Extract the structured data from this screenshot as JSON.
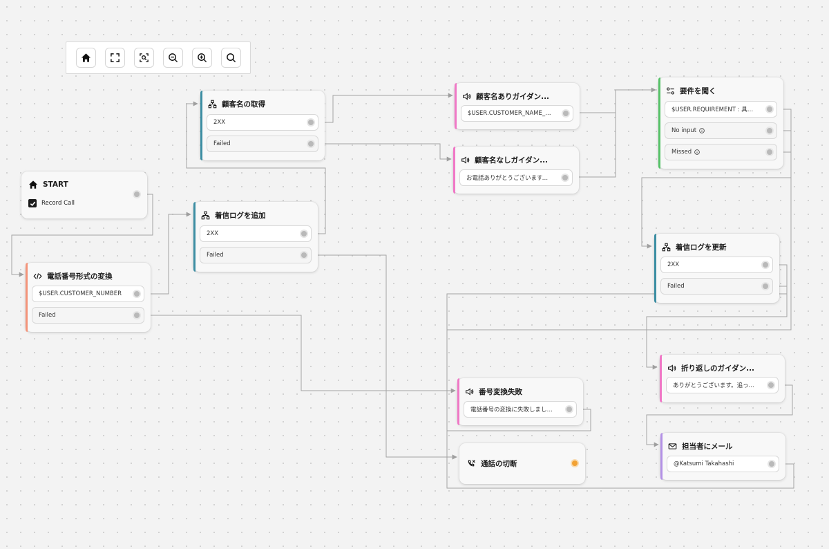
{
  "colors": {
    "api": "#3c8ea3",
    "speak": "#f078c6",
    "ask": "#56c268",
    "script": "#f4947a",
    "email": "#b390e6",
    "end_dot": "#f2a233",
    "edge": "#9f9f9f"
  },
  "toolbar": {
    "buttons": [
      {
        "icon": "home-icon"
      },
      {
        "icon": "fit-view-icon"
      },
      {
        "icon": "zoom-to-selection-icon"
      },
      {
        "icon": "zoom-out-icon"
      },
      {
        "icon": "zoom-in-icon"
      },
      {
        "icon": "search-icon"
      }
    ]
  },
  "nodes": {
    "start": {
      "title": "START",
      "icon": "home-icon",
      "record_label": "Record Call",
      "record_checked": true
    },
    "phone_convert": {
      "title": "電話番号形式の変換",
      "icon": "code-icon",
      "ports": [
        "$USER.CUSTOMER_NUMBER",
        "Failed"
      ]
    },
    "add_log": {
      "title": "着信ログを追加",
      "icon": "api-icon",
      "ports": [
        "2XX",
        "Failed"
      ]
    },
    "get_name": {
      "title": "顧客名の取得",
      "icon": "api-icon",
      "ports": [
        "2XX",
        "Failed"
      ]
    },
    "guide_with_name": {
      "title": "顧客名ありガイダン...",
      "icon": "speaker-icon",
      "ports": [
        "$USER.CUSTOMER_NAME_KA..."
      ]
    },
    "guide_no_name": {
      "title": "顧客名なしガイダン...",
      "icon": "speaker-icon",
      "ports": [
        "お電話ありがとうございます。..."
      ]
    },
    "ask_req": {
      "title": "要件を聞く",
      "icon": "ask-icon",
      "ports": [
        "$USER.REQUIREMENT : 具体的...",
        "No input",
        "Missed"
      ]
    },
    "update_log": {
      "title": "着信ログを更新",
      "icon": "api-icon",
      "ports": [
        "2XX",
        "Failed"
      ]
    },
    "callback_guide": {
      "title": "折り返しのガイダン...",
      "icon": "speaker-icon",
      "ports": [
        "ありがとうございます。追って..."
      ]
    },
    "convert_fail": {
      "title": "番号変換失敗",
      "icon": "speaker-icon",
      "ports": [
        "電話番号の変換に失敗しました。..."
      ]
    },
    "hangup": {
      "title": "通話の切断",
      "icon": "hangup-icon"
    },
    "email": {
      "title": "担当者にメール",
      "icon": "mail-icon",
      "ports": [
        "@Katsumi Takahashi"
      ]
    }
  }
}
